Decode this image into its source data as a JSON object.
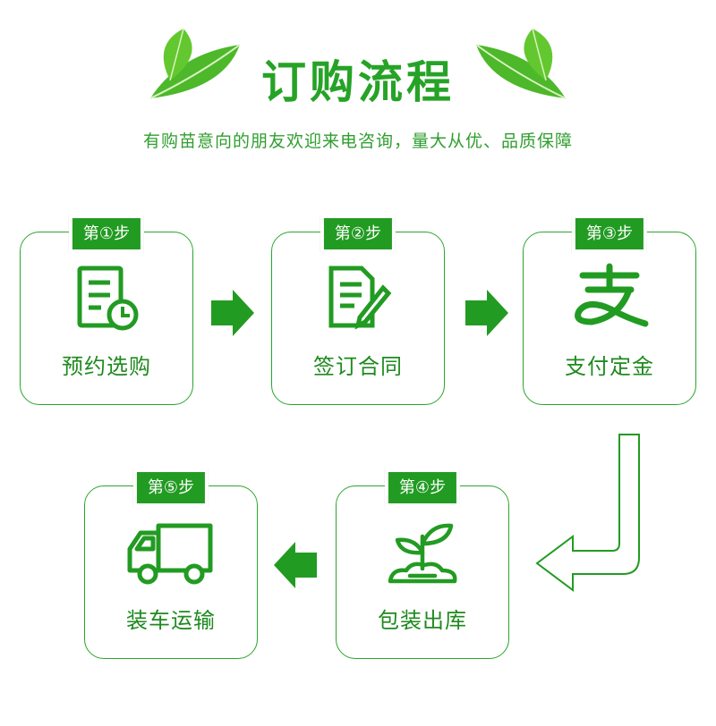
{
  "header": {
    "title": "订购流程",
    "subtitle": "有购苗意向的朋友欢迎来电咨询，量大从优、品质保障"
  },
  "steps": [
    {
      "badge": "第①步",
      "label": "预约选购",
      "icon": "schedule-document-icon"
    },
    {
      "badge": "第②步",
      "label": "签订合同",
      "icon": "contract-signing-icon"
    },
    {
      "badge": "第③步",
      "label": "支付定金",
      "icon": "alipay-icon"
    },
    {
      "badge": "第④步",
      "label": "包装出库",
      "icon": "seedling-icon"
    },
    {
      "badge": "第⑤步",
      "label": "装车运输",
      "icon": "truck-icon"
    }
  ],
  "colors": {
    "primary": "#229b22",
    "text_green": "#1f8a1f",
    "border": "#2ba52b"
  }
}
